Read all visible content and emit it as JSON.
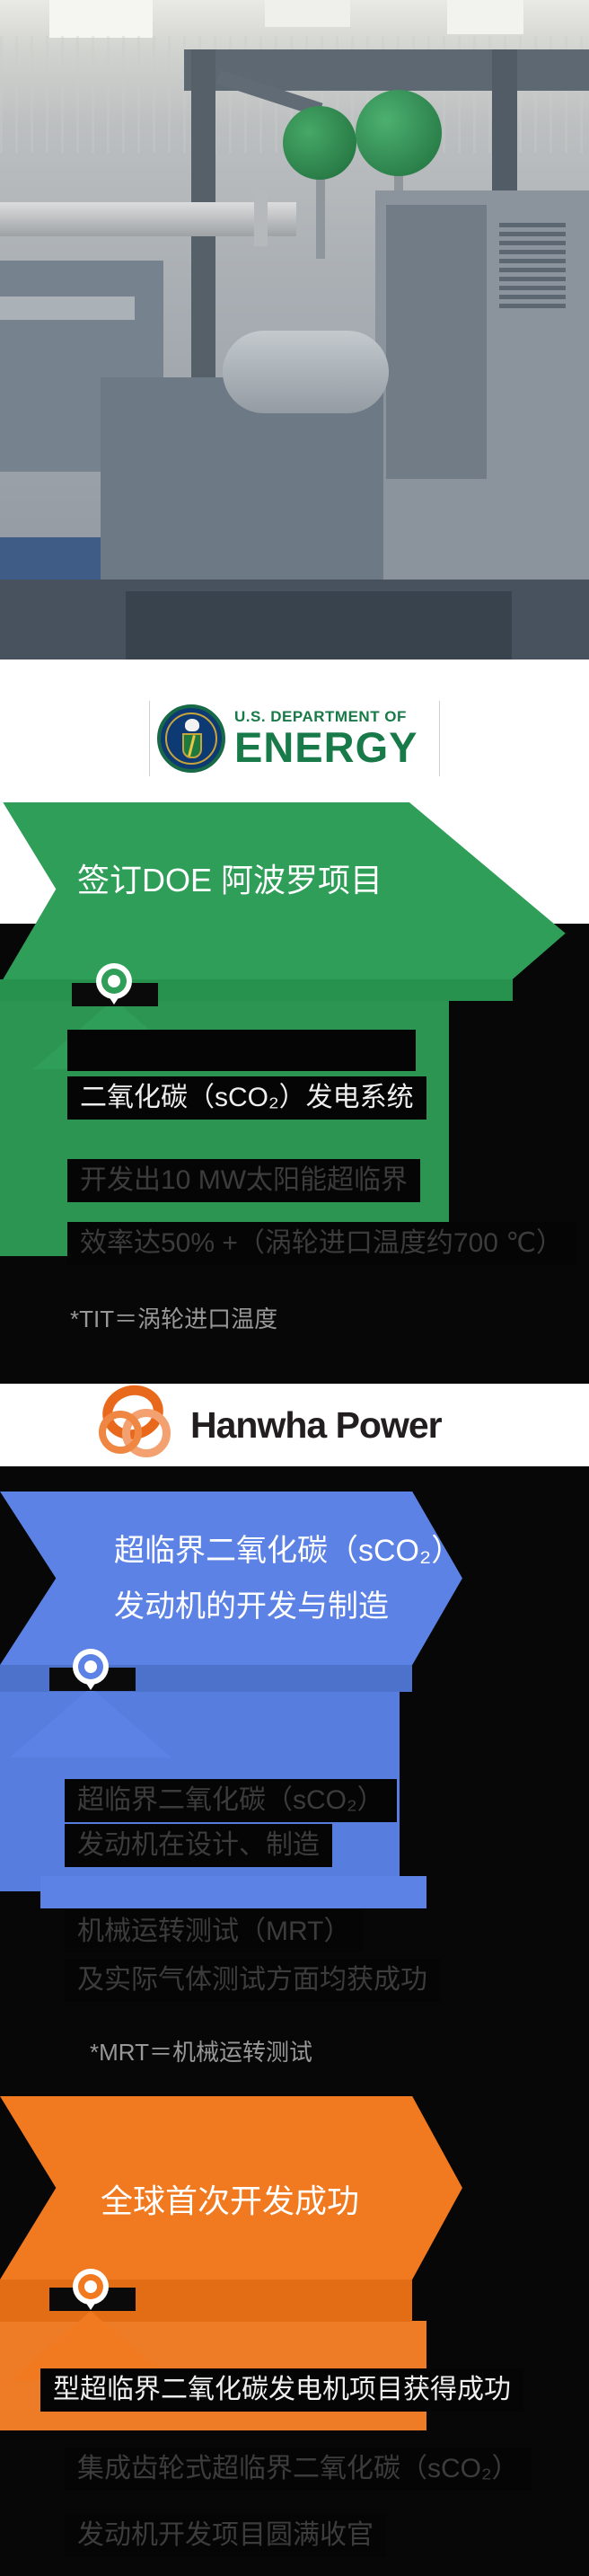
{
  "colors": {
    "green": "#2f9e58",
    "blue": "#5b82e4",
    "orange": "#f1791f",
    "doe_green": "#187a48",
    "hanwha_orange": "#e8681c",
    "backdrop": "#070707"
  },
  "doe_logo": {
    "line1": "U.S. DEPARTMENT OF",
    "line2": "ENERGY"
  },
  "hanwha_logo": {
    "text": "Hanwha Power"
  },
  "sections": [
    {
      "id": "doe-apollo",
      "title": "签订DOE 阿波罗项目",
      "body": [
        "二氧化碳（sCO₂）发电系统",
        "开发出10 MW太阳能超临界",
        "效率达50% +（涡轮进口温度约700 ℃）"
      ],
      "footnote": "*TIT＝涡轮进口温度"
    },
    {
      "id": "sco2-engine-development",
      "title_line1": "超临界二氧化碳（sCO₂）",
      "title_line2": "发动机的开发与制造",
      "body": [
        "超临界二氧化碳（sCO₂）",
        "发动机在设计、制造",
        "机械运转测试（MRT）",
        "及实际气体测试方面均获成功"
      ],
      "footnote": "*MRT＝机械运转测试"
    },
    {
      "id": "world-first-success",
      "title": "全球首次开发成功",
      "body": [
        "型超临界二氧化碳发电机项目获得成功",
        "集成齿轮式超临界二氧化碳（sCO₂）",
        "发动机开发项目圆满收官"
      ]
    }
  ]
}
